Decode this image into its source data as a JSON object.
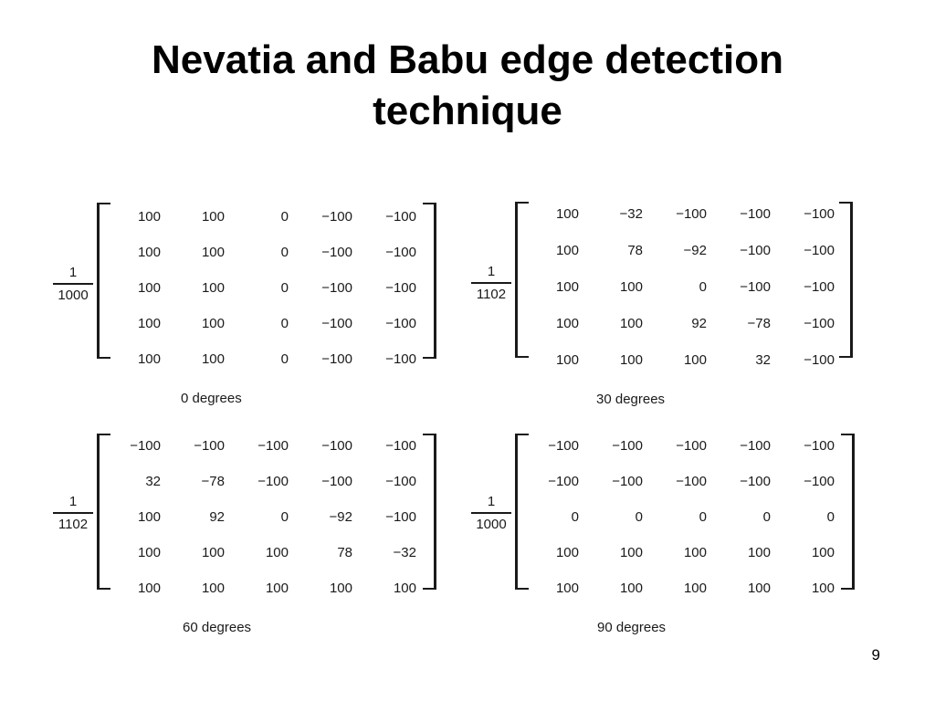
{
  "slide": {
    "title_line1": "Nevatia and Babu edge detection",
    "title_line2": "technique",
    "page_number": "9"
  },
  "kernels": [
    {
      "numerator": "1",
      "denominator": "1000",
      "caption": "0 degrees",
      "rows": [
        [
          "100",
          "100",
          "0",
          "−100",
          "−100"
        ],
        [
          "100",
          "100",
          "0",
          "−100",
          "−100"
        ],
        [
          "100",
          "100",
          "0",
          "−100",
          "−100"
        ],
        [
          "100",
          "100",
          "0",
          "−100",
          "−100"
        ],
        [
          "100",
          "100",
          "0",
          "−100",
          "−100"
        ]
      ]
    },
    {
      "numerator": "1",
      "denominator": "1102",
      "caption": "30 degrees",
      "rows": [
        [
          "100",
          "−32",
          "−100",
          "−100",
          "−100"
        ],
        [
          "100",
          "78",
          "−92",
          "−100",
          "−100"
        ],
        [
          "100",
          "100",
          "0",
          "−100",
          "−100"
        ],
        [
          "100",
          "100",
          "92",
          "−78",
          "−100"
        ],
        [
          "100",
          "100",
          "100",
          "32",
          "−100"
        ]
      ]
    },
    {
      "numerator": "1",
      "denominator": "1102",
      "caption": "60 degrees",
      "rows": [
        [
          "−100",
          "−100",
          "−100",
          "−100",
          "−100"
        ],
        [
          "32",
          "−78",
          "−100",
          "−100",
          "−100"
        ],
        [
          "100",
          "92",
          "0",
          "−92",
          "−100"
        ],
        [
          "100",
          "100",
          "100",
          "78",
          "−32"
        ],
        [
          "100",
          "100",
          "100",
          "100",
          "100"
        ]
      ]
    },
    {
      "numerator": "1",
      "denominator": "1000",
      "caption": "90 degrees",
      "rows": [
        [
          "−100",
          "−100",
          "−100",
          "−100",
          "−100"
        ],
        [
          "−100",
          "−100",
          "−100",
          "−100",
          "−100"
        ],
        [
          "0",
          "0",
          "0",
          "0",
          "0"
        ],
        [
          "100",
          "100",
          "100",
          "100",
          "100"
        ],
        [
          "100",
          "100",
          "100",
          "100",
          "100"
        ]
      ]
    }
  ]
}
